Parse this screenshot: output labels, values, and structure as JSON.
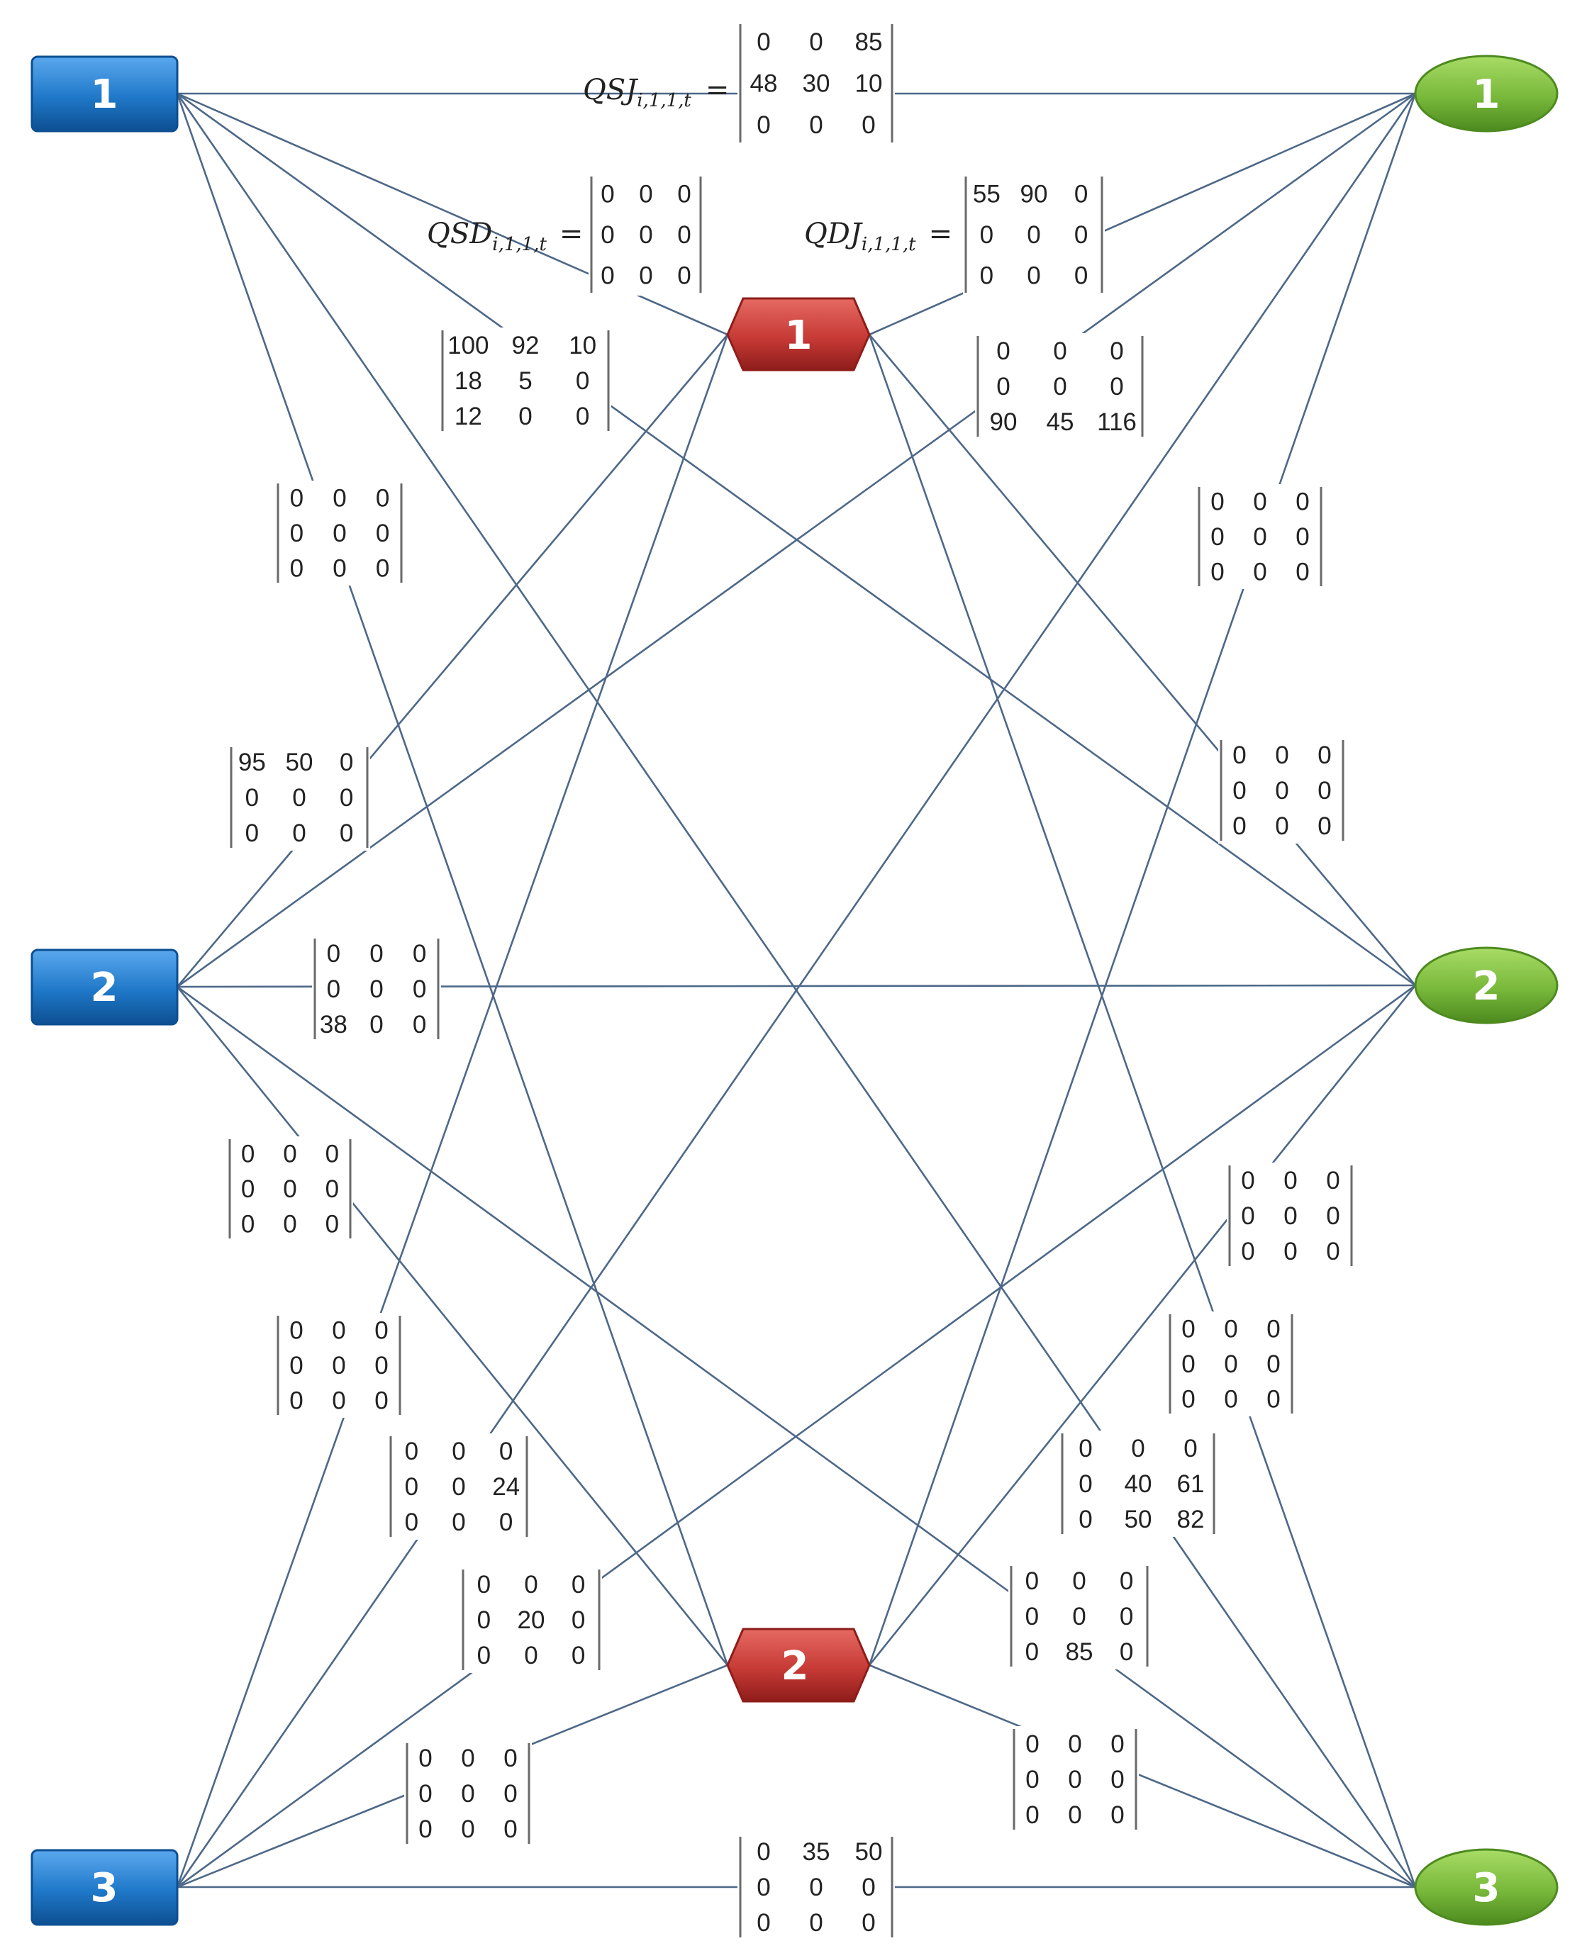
{
  "colors": {
    "supplier": "#1f78c8",
    "supplier_dark": "#0d4f92",
    "plant": "#c73a36",
    "plant_dark": "#8e1d1a",
    "customer": "#78b83a",
    "customer_dark": "#4d8a1f",
    "edge": "#4d6888"
  },
  "nodes": {
    "suppliers": [
      "1",
      "2",
      "3"
    ],
    "plants": [
      "1",
      "2"
    ],
    "customers": [
      "1",
      "2",
      "3"
    ]
  },
  "equations": {
    "qsj": {
      "base": "QSJ",
      "sub": "i,1,1,t",
      "eq": "="
    },
    "qsd": {
      "base": "QSD",
      "sub": "i,1,1,t",
      "eq": "="
    },
    "qdj": {
      "base": "QDJ",
      "sub": "i,1,1,t",
      "eq": "="
    }
  },
  "matrices": [
    {
      "id": "qsj-s1-c1",
      "rows": [
        [
          "0",
          "0",
          "85"
        ],
        [
          "48",
          "30",
          "10"
        ],
        [
          "0",
          "0",
          "0"
        ]
      ]
    },
    {
      "id": "qsd-s1-p1",
      "rows": [
        [
          "0",
          "0",
          "0"
        ],
        [
          "0",
          "0",
          "0"
        ],
        [
          "0",
          "0",
          "0"
        ]
      ]
    },
    {
      "id": "qdj-p1-c1",
      "rows": [
        [
          "55",
          "90",
          "0"
        ],
        [
          "0",
          "0",
          "0"
        ],
        [
          "0",
          "0",
          "0"
        ]
      ]
    },
    {
      "id": "s1-c2",
      "rows": [
        [
          "100",
          "92",
          "10"
        ],
        [
          "18",
          "5",
          "0"
        ],
        [
          "12",
          "0",
          "0"
        ]
      ]
    },
    {
      "id": "p1-c3",
      "rows": [
        [
          "0",
          "0",
          "0"
        ],
        [
          "0",
          "0",
          "0"
        ],
        [
          "90",
          "45",
          "116"
        ]
      ]
    },
    {
      "id": "s1-p2",
      "rows": [
        [
          "0",
          "0",
          "0"
        ],
        [
          "0",
          "0",
          "0"
        ],
        [
          "0",
          "0",
          "0"
        ]
      ]
    },
    {
      "id": "c1-s3",
      "rows": [
        [
          "0",
          "0",
          "0"
        ],
        [
          "0",
          "0",
          "0"
        ],
        [
          "0",
          "0",
          "0"
        ]
      ]
    },
    {
      "id": "s2-p1",
      "rows": [
        [
          "95",
          "50",
          "0"
        ],
        [
          "0",
          "0",
          "0"
        ],
        [
          "0",
          "0",
          "0"
        ]
      ]
    },
    {
      "id": "p1-c2",
      "rows": [
        [
          "0",
          "0",
          "0"
        ],
        [
          "0",
          "0",
          "0"
        ],
        [
          "0",
          "0",
          "0"
        ]
      ]
    },
    {
      "id": "s2-c2",
      "rows": [
        [
          "0",
          "0",
          "0"
        ],
        [
          "0",
          "0",
          "0"
        ],
        [
          "38",
          "0",
          "0"
        ]
      ]
    },
    {
      "id": "s2-p2",
      "rows": [
        [
          "0",
          "0",
          "0"
        ],
        [
          "0",
          "0",
          "0"
        ],
        [
          "0",
          "0",
          "0"
        ]
      ]
    },
    {
      "id": "c2-s3",
      "rows": [
        [
          "0",
          "0",
          "0"
        ],
        [
          "0",
          "0",
          "0"
        ],
        [
          "0",
          "0",
          "0"
        ]
      ]
    },
    {
      "id": "s3-p1",
      "rows": [
        [
          "0",
          "0",
          "0"
        ],
        [
          "0",
          "0",
          "0"
        ],
        [
          "0",
          "0",
          "0"
        ]
      ]
    },
    {
      "id": "p1-c3b",
      "rows": [
        [
          "0",
          "0",
          "0"
        ],
        [
          "0",
          "0",
          "0"
        ],
        [
          "0",
          "0",
          "0"
        ]
      ]
    },
    {
      "id": "s3-c1",
      "rows": [
        [
          "0",
          "0",
          "0"
        ],
        [
          "0",
          "0",
          "24"
        ],
        [
          "0",
          "0",
          "0"
        ]
      ]
    },
    {
      "id": "s2-c3",
      "rows": [
        [
          "0",
          "0",
          "0"
        ],
        [
          "0",
          "40",
          "61"
        ],
        [
          "0",
          "50",
          "82"
        ]
      ]
    },
    {
      "id": "s3-c2",
      "rows": [
        [
          "0",
          "0",
          "0"
        ],
        [
          "0",
          "20",
          "0"
        ],
        [
          "0",
          "0",
          "0"
        ]
      ]
    },
    {
      "id": "s1-c3",
      "rows": [
        [
          "0",
          "0",
          "0"
        ],
        [
          "0",
          "0",
          "0"
        ],
        [
          "0",
          "85",
          "0"
        ]
      ]
    },
    {
      "id": "s3-p2",
      "rows": [
        [
          "0",
          "0",
          "0"
        ],
        [
          "0",
          "0",
          "0"
        ],
        [
          "0",
          "0",
          "0"
        ]
      ]
    },
    {
      "id": "p2-c3",
      "rows": [
        [
          "0",
          "0",
          "0"
        ],
        [
          "0",
          "0",
          "0"
        ],
        [
          "0",
          "0",
          "0"
        ]
      ]
    },
    {
      "id": "s3-c3",
      "rows": [
        [
          "0",
          "35",
          "50"
        ],
        [
          "0",
          "0",
          "0"
        ],
        [
          "0",
          "0",
          "0"
        ]
      ]
    }
  ]
}
